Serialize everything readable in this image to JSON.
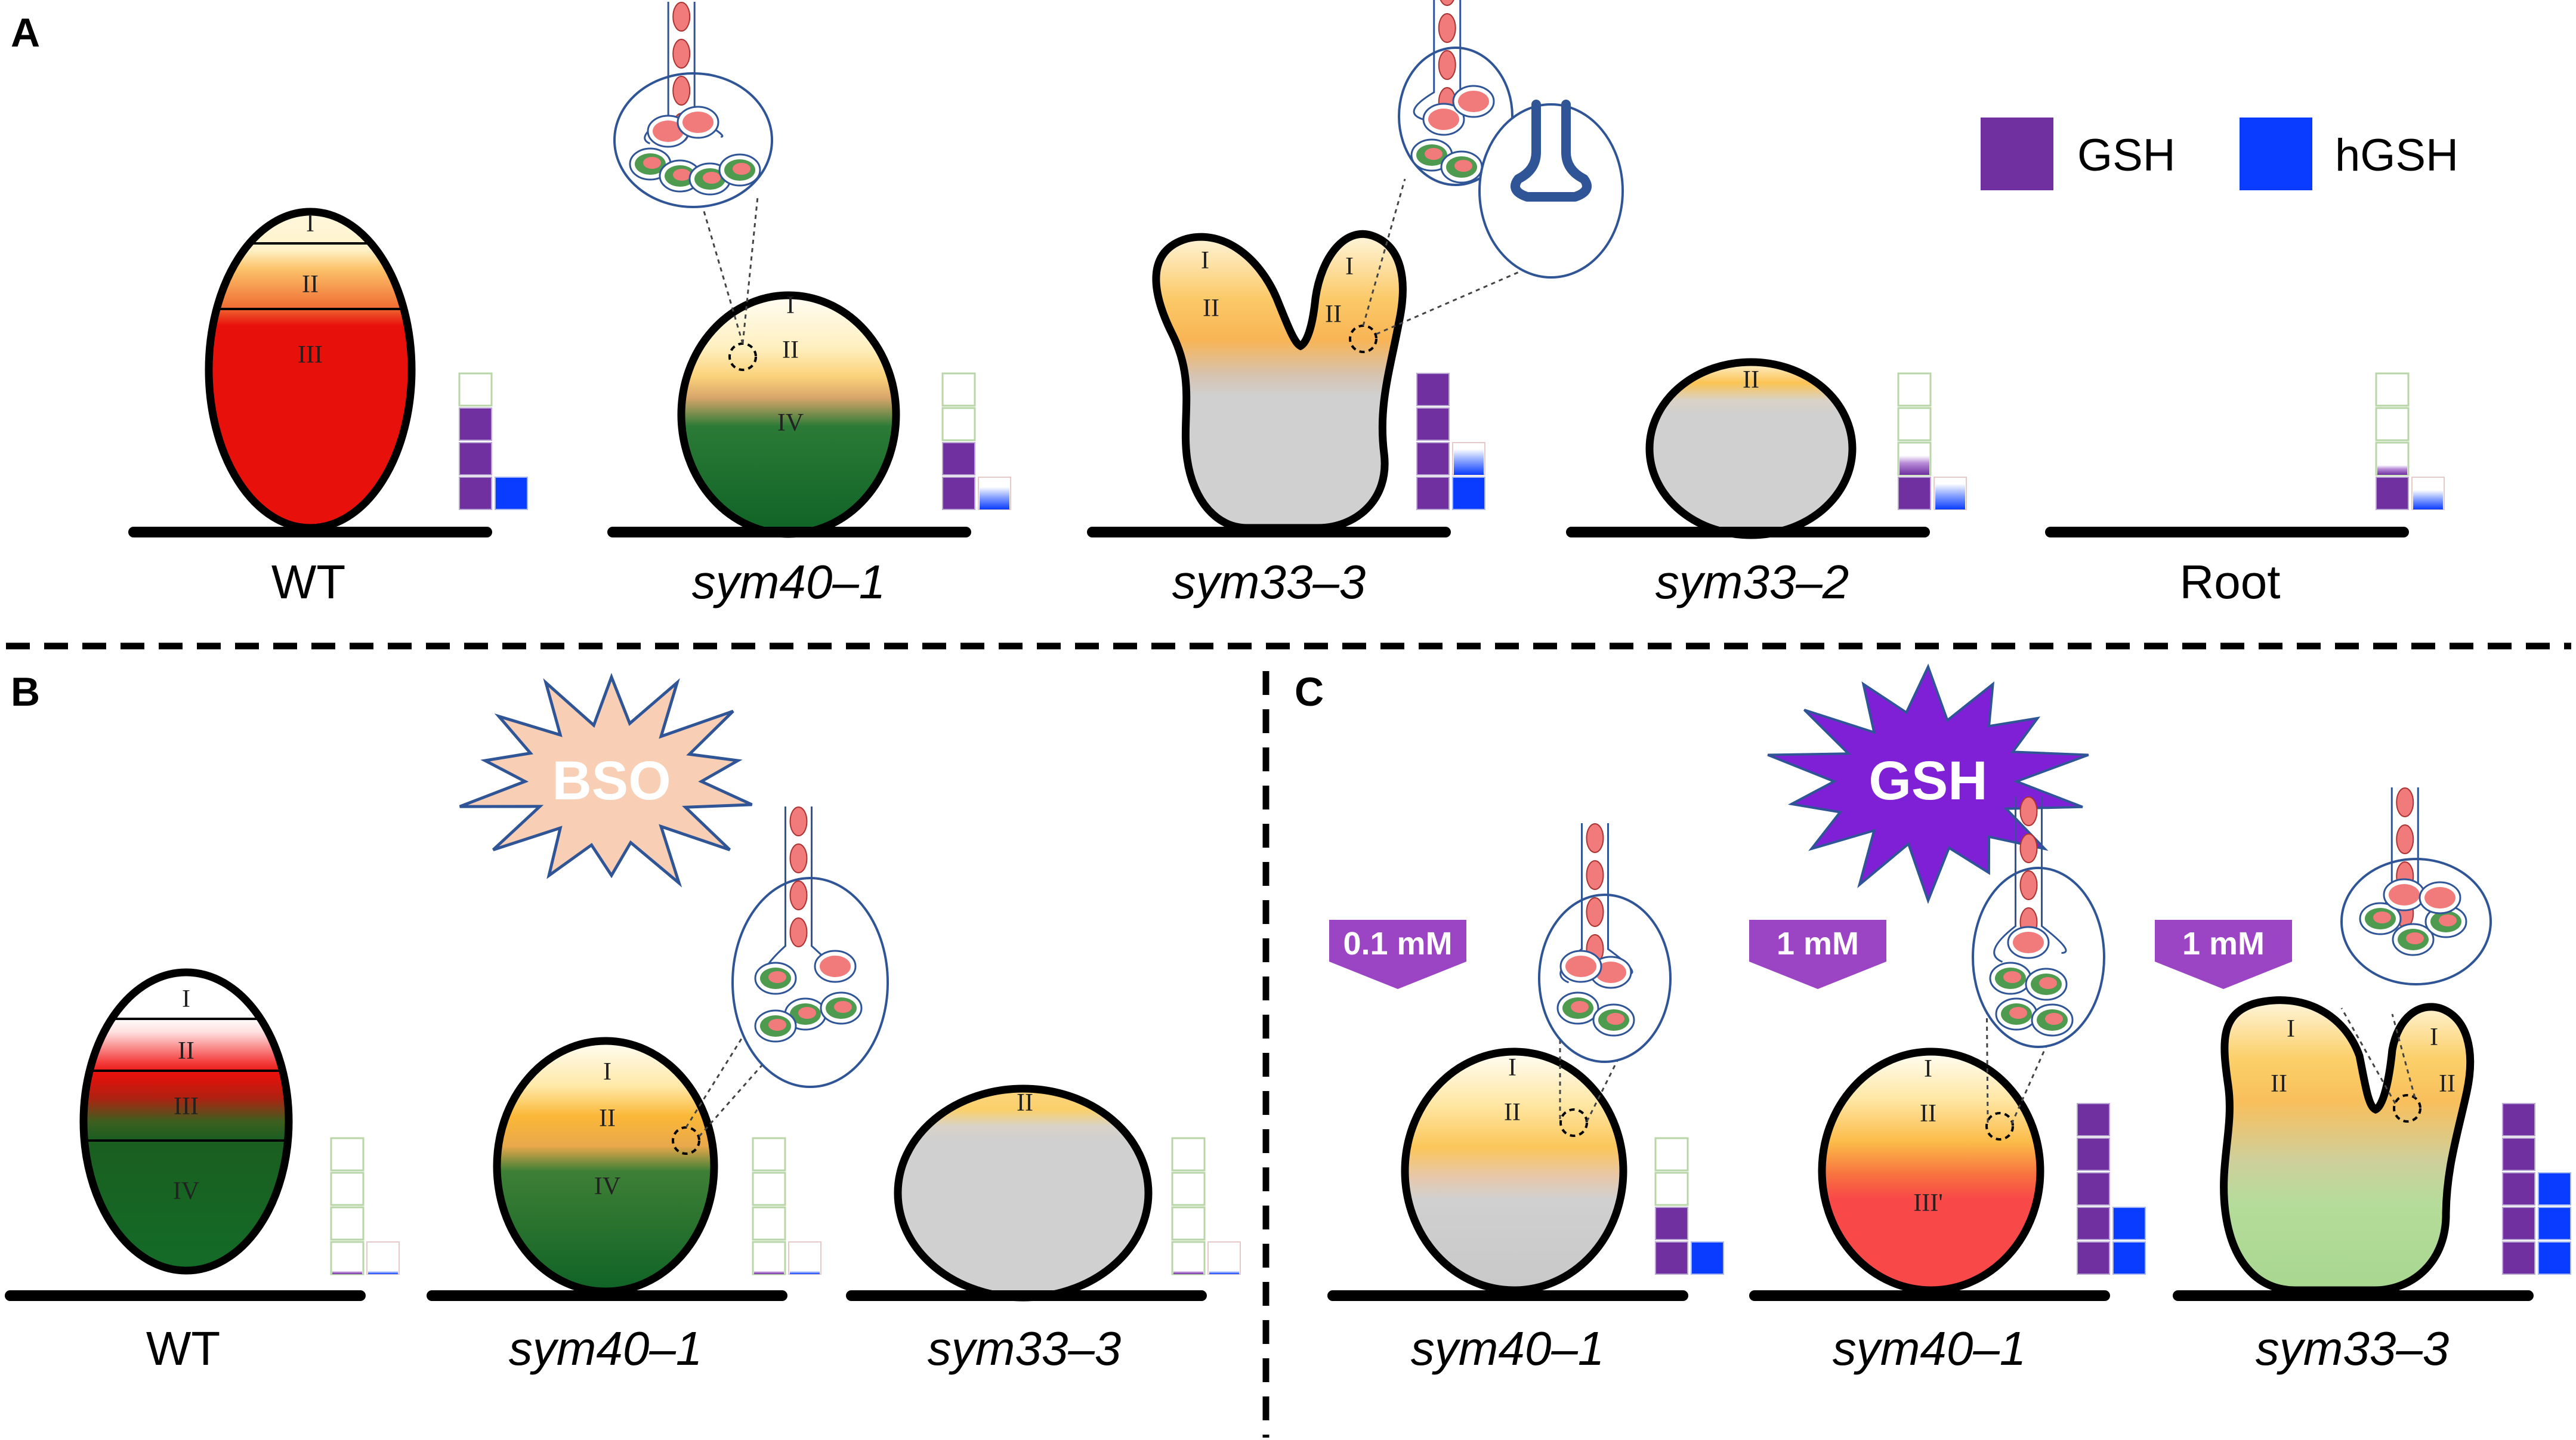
{
  "panels": {
    "a": "A",
    "b": "B",
    "c": "C"
  },
  "legend": {
    "gsh": {
      "label": "GSH",
      "color": "#7030a0"
    },
    "hgsh": {
      "label": "hGSH",
      "color": "#0a3cff"
    }
  },
  "zones": {
    "i": "I",
    "ii": "II",
    "iii": "III",
    "iv": "IV",
    "iii_prime": "III'"
  },
  "labels": {
    "wt": "WT",
    "sym40_1": "sym40–1",
    "sym33_3": "sym33–3",
    "sym33_2": "sym33–2",
    "root": "Root"
  },
  "treatments": {
    "bso": "BSO",
    "gsh": "GSH",
    "c_conc_1": "0.1 mM",
    "c_conc_2": "1 mM",
    "c_conc_3": "1 mM"
  },
  "colors": {
    "zone_red": "#e8100b",
    "zone_green": "#136b27",
    "zone_yellow": "#fbc13c",
    "zone_gray": "#d0d0d0",
    "bso_fill": "#f8cfb5",
    "gsh_burst": "#7f1fd6",
    "conc_arrow": "#9b45c4",
    "cell_pink": "#f17a7a",
    "cell_green": "#4e9a4e",
    "thread_blue": "#2f5597"
  },
  "gsh_levels": [
    {
      "label": "WT",
      "gsh": 3,
      "hgsh": 1
    },
    {
      "label": "sym40–1",
      "gsh": 2,
      "hgsh": 0.7
    },
    {
      "label": "sym33–3",
      "gsh": 4,
      "hgsh": 1.8
    },
    {
      "label": "sym33–2",
      "gsh": 1.6,
      "hgsh": 0.8
    },
    {
      "label": "Root",
      "gsh": 1.3,
      "hgsh": 0.6
    },
    {
      "label": "WT + BSO",
      "gsh": 0.1,
      "hgsh": 0.1
    },
    {
      "label": "sym40–1 + BSO",
      "gsh": 0.1,
      "hgsh": 0.1
    },
    {
      "label": "sym33–3 + BSO",
      "gsh": 0.1,
      "hgsh": 0.1
    },
    {
      "label": "sym40–1 + 0.1 mM GSH",
      "gsh": 2,
      "hgsh": 1
    },
    {
      "label": "sym40–1 + 1 mM GSH",
      "gsh": 5,
      "hgsh": 2
    },
    {
      "label": "sym33–3 + 1 mM GSH",
      "gsh": 5,
      "hgsh": 3
    }
  ]
}
